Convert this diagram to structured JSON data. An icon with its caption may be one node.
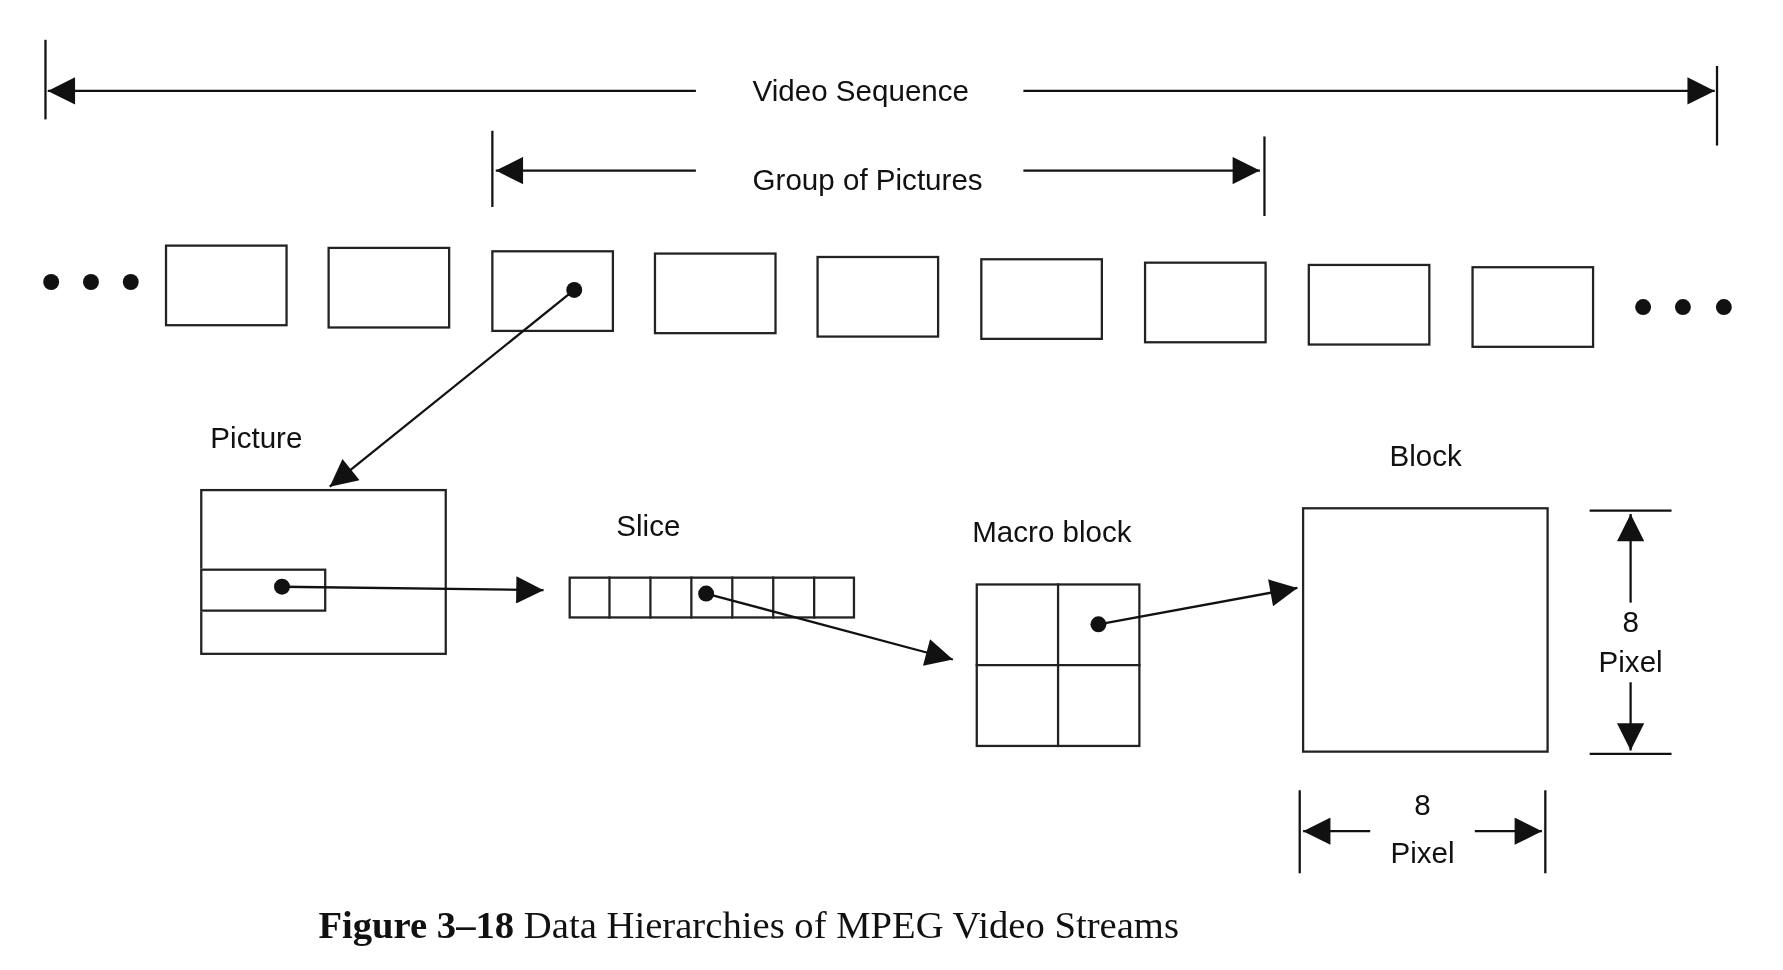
{
  "diagram": {
    "caption": "**Figure 3–18** Data Hierarchies of MPEG Video Streams",
    "nodes": [
      {
        "text": [],
        "shape": "box"
      },
      {
        "text": [],
        "shape": "box"
      },
      {
        "text": [],
        "shape": "box"
      },
      {
        "text": [],
        "shape": "box"
      },
      {
        "text": [],
        "shape": "box"
      },
      {
        "text": [],
        "shape": "box"
      },
      {
        "text": [],
        "shape": "box"
      },
      {
        "text": [],
        "shape": "box"
      },
      {
        "text": [],
        "shape": "box"
      },
      {
        "text": [
          "Picture"
        ]
      },
      {
        "text": [],
        "shape": "box",
        "in": 9
      },
      {
        "text": [
          "Slice"
        ]
      },
      {
        "text": [
          "Macro block"
        ]
      },
      {
        "text": [
          "Block"
        ]
      }
    ],
    "edges": [
      {
        "from": 2,
        "to": 9,
        "arrow": "to"
      },
      {
        "from": 10,
        "to": 11,
        "arrow": "to"
      },
      {
        "from": 11,
        "to": 12,
        "arrow": "to"
      },
      {
        "from": 12,
        "to": 13,
        "arrow": "to"
      }
    ],
    "labels": [
      "Video Sequence",
      "Group of Pictures",
      "8",
      "Pixel",
      "8",
      "Pixel"
    ]
  }
}
